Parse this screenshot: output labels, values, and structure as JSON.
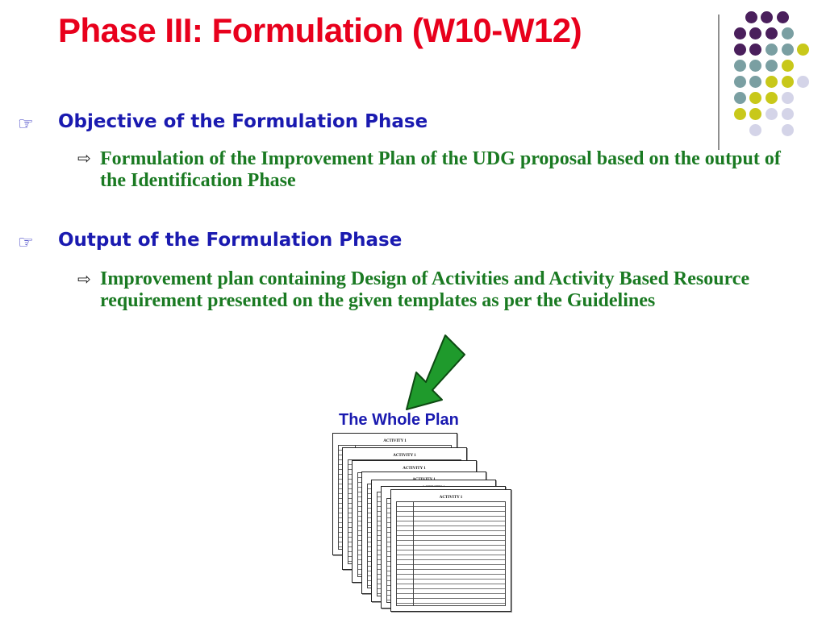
{
  "slide": {
    "title": "Phase III: Formulation (W10-W12)",
    "bullets": [
      {
        "heading": "Objective of the Formulation Phase",
        "sub": "Formulation of the Improvement Plan of the UDG proposal based on the output of the Identification Phase"
      },
      {
        "heading": "Output of the Formulation Phase",
        "sub": "Improvement plan containing Design of Activities and Activity Based Resource requirement presented on the given templates as per the Guidelines"
      }
    ],
    "caption": "The Whole Plan",
    "icons": {
      "bullet": "pointing-hand-icon",
      "sub_bullet": "white-arrow-icon",
      "arrow": "green-down-left-arrow-icon"
    },
    "template_heading": "ACTIVITY 1"
  },
  "colors": {
    "title": "#e8001c",
    "heading": "#1a1ab0",
    "sub": "#1a7a22",
    "arrow": "#1f9a2c",
    "dot_purple": "#4a1f5c",
    "dot_teal": "#7a9fa2",
    "dot_olive": "#c8c81a",
    "dot_lavender": "#d4d4e8"
  }
}
